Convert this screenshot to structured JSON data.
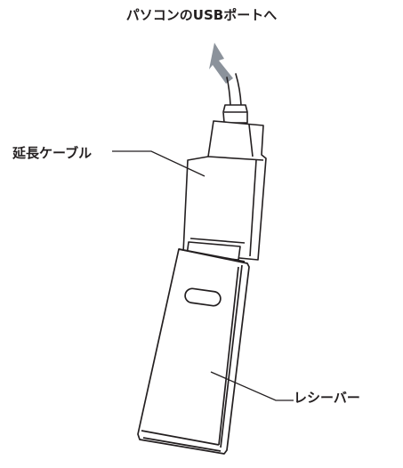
{
  "labels": {
    "pc_usb_port": "パソコンのUSBポートへ",
    "extension_cable": "延長ケーブル",
    "receiver": "レシーバー"
  },
  "colors": {
    "line": "#231f20",
    "arrow": "#8b929b",
    "background": "#ffffff"
  },
  "icons": {
    "direction": "arrow-up-left-icon"
  }
}
